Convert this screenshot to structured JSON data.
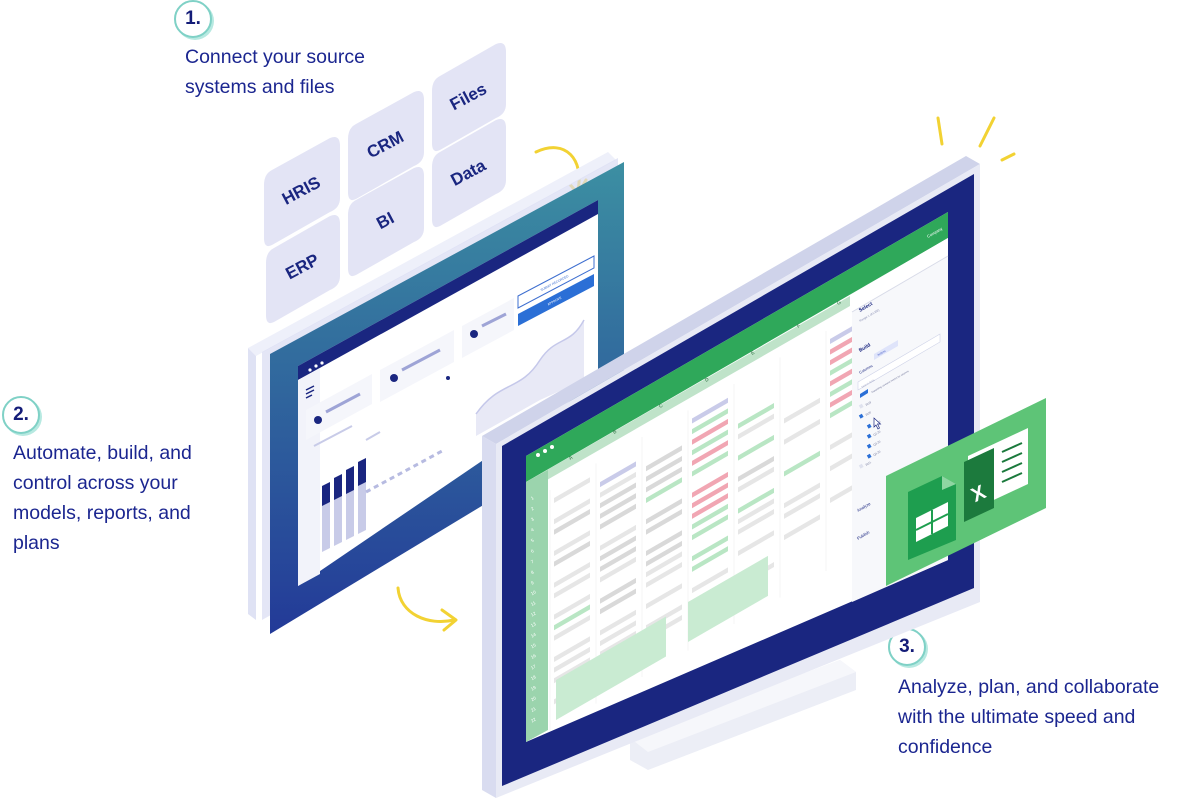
{
  "steps": [
    {
      "num": "1.",
      "lines": [
        "Connect your source",
        "systems and files"
      ]
    },
    {
      "num": "2.",
      "lines": [
        "Automate, build, and",
        "control across your",
        "models, reports, and",
        "plans"
      ]
    },
    {
      "num": "3.",
      "lines": [
        "Analyze, plan, and collaborate",
        "with the ultimate speed and",
        "confidence"
      ]
    }
  ],
  "sources": [
    "HRIS",
    "CRM",
    "Files",
    "ERP",
    "BI",
    "Data"
  ],
  "back_monitor": {
    "buttons": [
      "SUBMIT RECORDED",
      "APPROVE"
    ]
  },
  "front_monitor": {
    "top_label": "Company",
    "column_headers": [
      "A",
      "B",
      "C",
      "D",
      "E",
      "F",
      "G"
    ],
    "row_numbers": [
      "1",
      "2",
      "3",
      "4",
      "5",
      "6",
      "7",
      "8",
      "9",
      "10",
      "11",
      "12",
      "13",
      "14",
      "15",
      "16",
      "17",
      "18",
      "19",
      "20",
      "21",
      "22"
    ],
    "panel": {
      "select_title": "Select",
      "select_sub": "Range 1 (A1:BB)",
      "build_title": "Build",
      "build_tag": "Actions",
      "columns_label": "Columns",
      "search_placeholder": "Search fields",
      "toggle_label": "Expanding / present metrics for columns",
      "tree_items": [
        "2019",
        "2020",
        "Q1-20",
        "Q2-20",
        "Q3-20",
        "Q4-20",
        "2021"
      ],
      "analyze_label": "Analyze",
      "publish_label": "Publish"
    }
  },
  "badges": [
    "google-sheets-icon",
    "excel-icon"
  ],
  "colors": {
    "navy": "#1a2680",
    "green": "#2fa85a",
    "teal": "#7fd1c6",
    "accent_yellow": "#f2d233"
  }
}
